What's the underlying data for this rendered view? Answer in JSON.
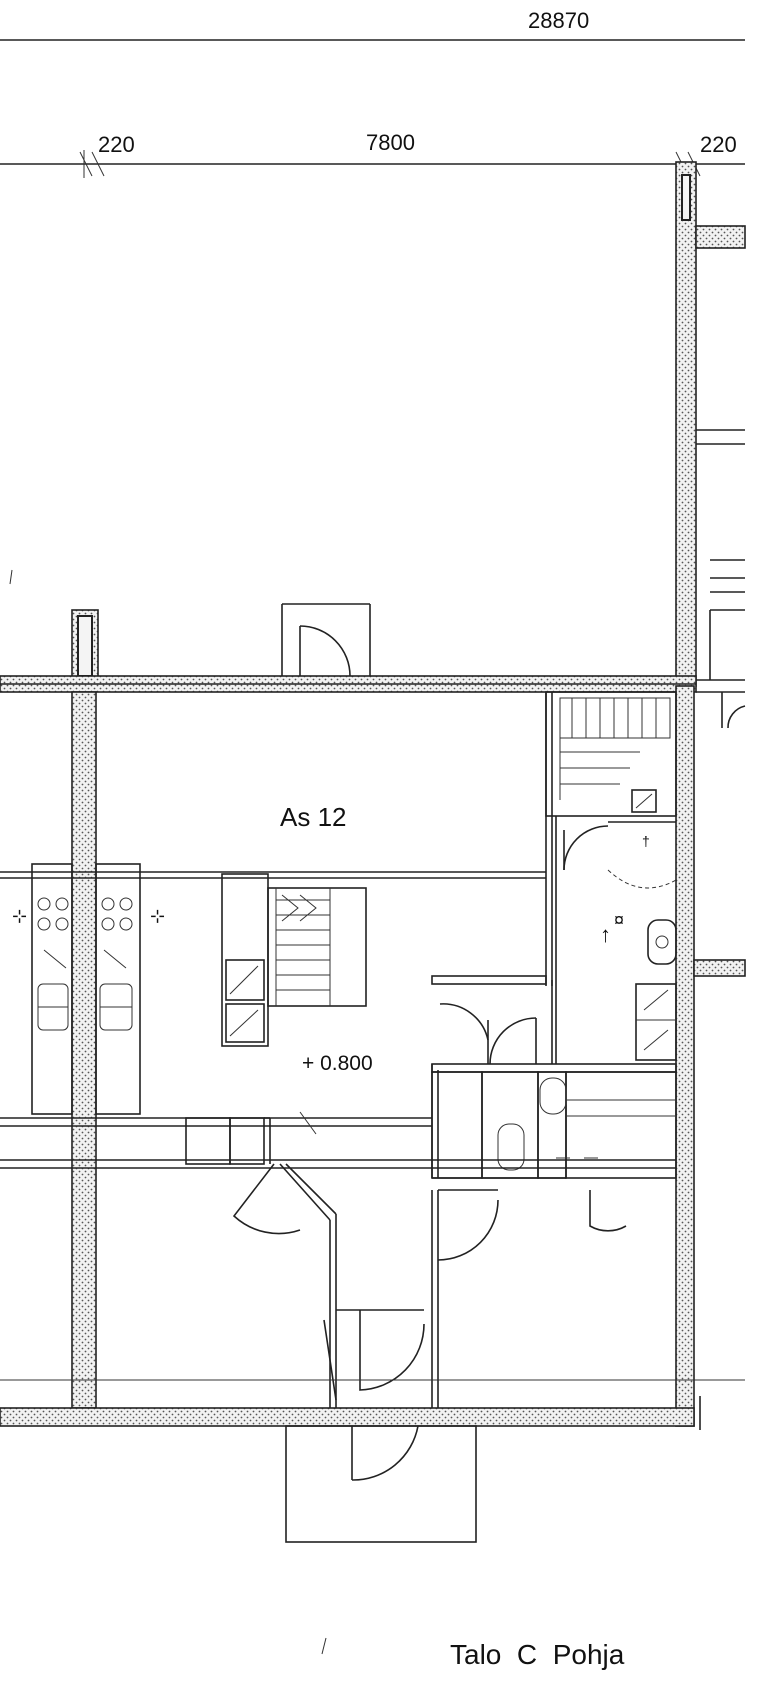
{
  "dimensions": {
    "total": "28870",
    "wall_left": "220",
    "span": "7800",
    "wall_right": "220"
  },
  "rooms": {
    "apartment": "As 12",
    "level": "+ 0.800"
  },
  "footer": {
    "title": "Talo  C  Pohja"
  }
}
